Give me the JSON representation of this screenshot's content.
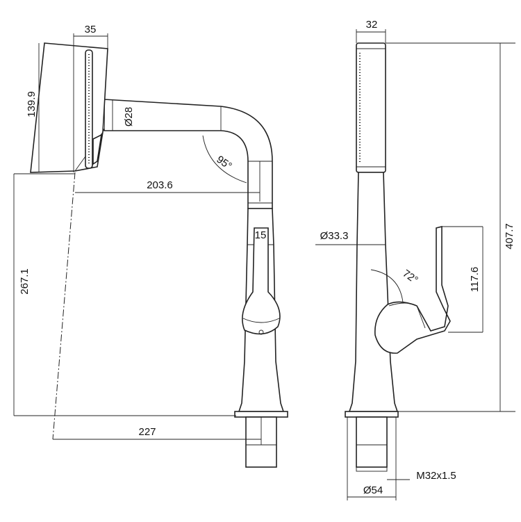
{
  "dimensions": {
    "head_width": "35",
    "head_height": "139.9",
    "spout_diameter": "Ø28",
    "spout_angle": "95°",
    "spout_reach": "203.6",
    "handle_gap": "15",
    "total_reach": "227",
    "outlet_height": "267.1",
    "spray_width": "32",
    "body_diameter": "Ø33.3",
    "total_height": "407.7",
    "lever_angle": "72°",
    "lever_height": "117.6",
    "thread": "M32x1.5",
    "base_diameter": "Ø54"
  }
}
